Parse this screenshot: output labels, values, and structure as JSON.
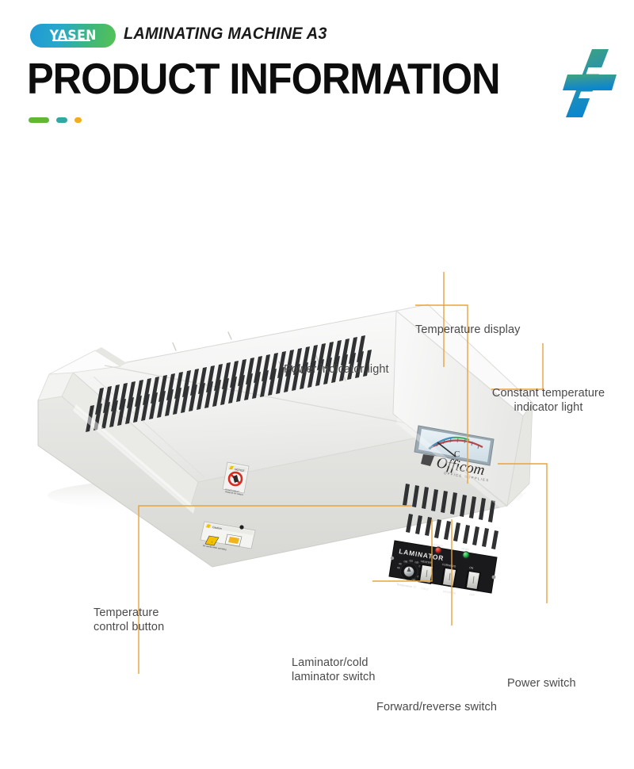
{
  "header": {
    "brand_logo_text": "YASEN",
    "product_line": "LAMINATING MACHINE A3",
    "title": "PRODUCT INFORMATION",
    "accent_colors": {
      "logo_gradient_start": "#1f9ad6",
      "logo_gradient_end": "#56c255",
      "mark_gradient_top": "#3fa678",
      "mark_gradient_bottom": "#0a86d0",
      "dot_green": "#63b733",
      "dot_teal": "#31a8a0",
      "dot_orange": "#f0ad1e",
      "leader_line": "#e8a33d",
      "callout_text": "#4a4a4a"
    }
  },
  "callouts": [
    {
      "id": "temperature-display",
      "label": "Temperature display"
    },
    {
      "id": "power-indicator-light",
      "label": "Power indicator light"
    },
    {
      "id": "constant-temperature-indicator",
      "label": "Constant temperature\nindicator light"
    },
    {
      "id": "temperature-control-button",
      "label": "Temperature\ncontrol button"
    },
    {
      "id": "laminator-cold-switch",
      "label": "Laminator/cold\nlaminator switch"
    },
    {
      "id": "forward-reverse-switch",
      "label": "Forward/reverse switch"
    },
    {
      "id": "power-switch",
      "label": "Power switch"
    }
  ],
  "machine": {
    "brand_on_unit": "Officom",
    "brand_tagline": "OFFICE SUPPLIES",
    "panel_title": "LAMINATOR",
    "gauge_unit": "C",
    "dial_label": "Temperature °C",
    "dial_ticks": [
      "80",
      "90",
      "100",
      "110",
      "120",
      "130",
      "140",
      "150",
      "160"
    ],
    "indicators": [
      {
        "name": "power-indicator",
        "label": "POWER",
        "color": "#d9281e"
      },
      {
        "name": "work-indicator",
        "label": "WORK",
        "color": "#28b44a"
      }
    ],
    "switches": [
      {
        "name": "heater-switch",
        "top_label": "HEATER",
        "bottom_label": "COLD"
      },
      {
        "name": "forward-reverse-switch",
        "top_label": "FORWARD",
        "bottom_label": "REVERSE"
      },
      {
        "name": "power-switch",
        "top_label": "ON",
        "bottom_label": "OFF"
      }
    ],
    "warning_labels": [
      {
        "name": "no-hands-warning",
        "heading": "NOTICE",
        "text": "DO NOT INSERT\nFINGERS OR HANDS"
      },
      {
        "name": "hot-surface-caution",
        "heading": "Caution",
        "text": "Be careful while operating"
      }
    ]
  }
}
